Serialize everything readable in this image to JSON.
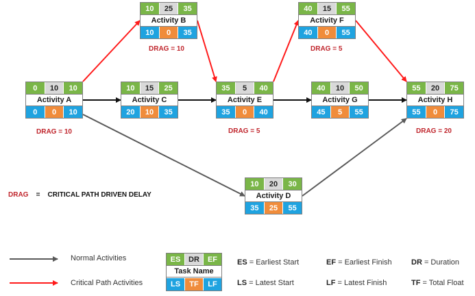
{
  "colors": {
    "green": "#7ab648",
    "gray": "#d9d9d9",
    "blue": "#1fa3e0",
    "orange": "#f08c3b",
    "critical_arrow": "#ff1a1a",
    "normal_arrow": "#595959",
    "drag_text": "#c0262d"
  },
  "nodes": [
    {
      "id": "A",
      "name": "Activity A",
      "es": "0",
      "dr": "10",
      "ef": "10",
      "ls": "0",
      "tf": "0",
      "lf": "10",
      "drag": "DRAG = 10"
    },
    {
      "id": "B",
      "name": "Activity B",
      "es": "10",
      "dr": "25",
      "ef": "35",
      "ls": "10",
      "tf": "0",
      "lf": "35",
      "drag": "DRAG = 10"
    },
    {
      "id": "C",
      "name": "Activity C",
      "es": "10",
      "dr": "15",
      "ef": "25",
      "ls": "20",
      "tf": "10",
      "lf": "35",
      "drag": ""
    },
    {
      "id": "D",
      "name": "Activity D",
      "es": "10",
      "dr": "20",
      "ef": "30",
      "ls": "35",
      "tf": "25",
      "lf": "55",
      "drag": ""
    },
    {
      "id": "E",
      "name": "Activity E",
      "es": "35",
      "dr": "5",
      "ef": "40",
      "ls": "35",
      "tf": "0",
      "lf": "40",
      "drag": "DRAG = 5"
    },
    {
      "id": "F",
      "name": "Activity F",
      "es": "40",
      "dr": "15",
      "ef": "55",
      "ls": "40",
      "tf": "0",
      "lf": "55",
      "drag": "DRAG = 5"
    },
    {
      "id": "G",
      "name": "Activity G",
      "es": "40",
      "dr": "10",
      "ef": "50",
      "ls": "45",
      "tf": "5",
      "lf": "55",
      "drag": ""
    },
    {
      "id": "H",
      "name": "Activity H",
      "es": "55",
      "dr": "20",
      "ef": "75",
      "ls": "55",
      "tf": "0",
      "lf": "75",
      "drag": "DRAG = 20"
    }
  ],
  "edges": [
    {
      "from": "A",
      "to": "B",
      "critical": true
    },
    {
      "from": "A",
      "to": "C",
      "critical": false
    },
    {
      "from": "A",
      "to": "D",
      "critical": false
    },
    {
      "from": "B",
      "to": "E",
      "critical": true
    },
    {
      "from": "C",
      "to": "E",
      "critical": false
    },
    {
      "from": "E",
      "to": "F",
      "critical": true
    },
    {
      "from": "E",
      "to": "G",
      "critical": false
    },
    {
      "from": "F",
      "to": "H",
      "critical": true
    },
    {
      "from": "G",
      "to": "H",
      "critical": false
    },
    {
      "from": "D",
      "to": "H",
      "critical": false
    }
  ],
  "drag_definition": {
    "term": "DRAG",
    "eq": "=",
    "meaning": "CRITICAL PATH DRIVEN DELAY"
  },
  "legend": {
    "normal_label": "Normal Activities",
    "critical_label": "Critical Path Activities",
    "key_box": {
      "es": "ES",
      "dr": "DR",
      "ef": "EF",
      "name": "Task Name",
      "ls": "LS",
      "tf": "TF",
      "lf": "LF"
    },
    "abbrev": [
      {
        "abbr": "ES",
        "text": "= Earliest Start"
      },
      {
        "abbr": "EF",
        "text": "= Earliest Finish"
      },
      {
        "abbr": "DR",
        "text": "= Duration"
      },
      {
        "abbr": "LS",
        "text": "= Latest Start"
      },
      {
        "abbr": "LF",
        "text": "= Latest Finish"
      },
      {
        "abbr": "TF",
        "text": "= Total Float"
      }
    ]
  }
}
